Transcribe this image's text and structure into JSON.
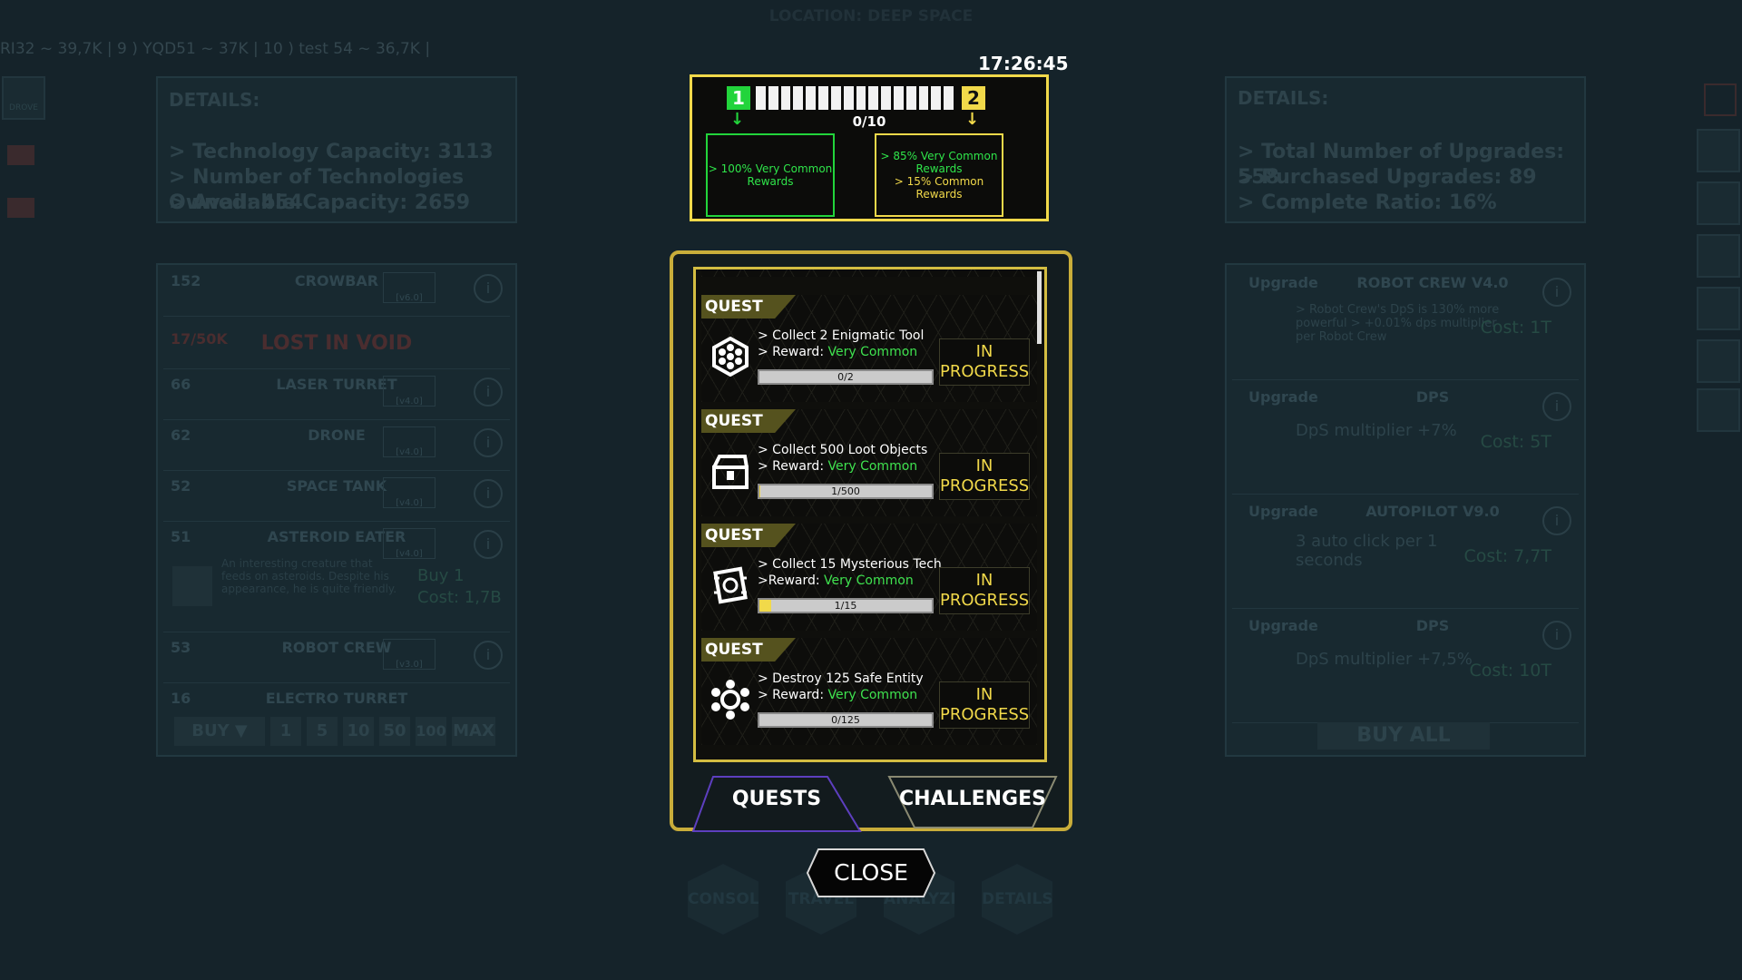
{
  "background": {
    "location_label": "LOCATION: DEEP SPACE",
    "ticker": "RI32 ~ 39,7K   |   9 ) YQD51 ~ 37K   |   10 ) test 54 ~ 36,7K   |",
    "left_details": {
      "title": "DETAILS:",
      "lines": [
        "> Technology Capacity: 3113",
        "> Number of Technologies Owned: 454",
        "> Available Capacity: 2659"
      ]
    },
    "right_details": {
      "title": "DETAILS:",
      "lines": [
        "> Total Number of Upgrades: 558",
        "> Purchased Upgrades: 89",
        "> Complete Ratio: 16%"
      ]
    },
    "tech_rows": [
      {
        "num": "152",
        "name": "CROWBAR",
        "ver": "[v6.0]"
      },
      {
        "num": "66",
        "name": "LASER TURRET",
        "ver": "[v4.0]"
      },
      {
        "num": "62",
        "name": "DRONE",
        "ver": "[v4.0]"
      },
      {
        "num": "52",
        "name": "SPACE TANK",
        "ver": "[v4.0]"
      },
      {
        "num": "51",
        "name": "ASTEROID EATER",
        "ver": "[v4.0]"
      },
      {
        "num": "53",
        "name": "ROBOT CREW",
        "ver": "[v3.0]"
      },
      {
        "num": "16",
        "name": "ELECTRO TURRET",
        "ver": ""
      }
    ],
    "lost_text": "LOST IN VOID",
    "lost_value": "17/50K",
    "asteroid_desc": "An interesting creature that feeds on asteroids. Despite his appearance, he is quite friendly.",
    "asteroid_buy": "Buy 1",
    "asteroid_cost": "Cost: 1,7B",
    "buy_row": [
      "BUY ▼",
      "1",
      "5",
      "10",
      "50",
      "100",
      "MAX"
    ],
    "upgrades": [
      {
        "label": "Upgrade",
        "name": "ROBOT CREW V4.0",
        "desc": "> Robot Crew's DpS is 130% more powerful > +0.01% dps multiplier per Robot Crew",
        "cost": "Cost: 1T"
      },
      {
        "label": "Upgrade",
        "name": "DPS",
        "desc": "DpS multiplier +7%",
        "cost": "Cost: 5T"
      },
      {
        "label": "Upgrade",
        "name": "AUTOPILOT V9.0",
        "desc": "3 auto click per 1 seconds",
        "cost": "Cost: 7,7T"
      },
      {
        "label": "Upgrade",
        "name": "DPS",
        "desc": "DpS multiplier +7,5%",
        "cost": "Cost: 10T"
      }
    ],
    "buy_all": "BUY ALL",
    "bottom_nav": [
      "CONSOLE",
      "TRAVEL",
      "ANALYZE",
      "DETAILS"
    ],
    "left_icon_label": "DROVE"
  },
  "modal": {
    "clock": "17:26:45",
    "progress": {
      "tier_start": "1",
      "tier_end": "2",
      "segments_total": 16,
      "count_text": "0/10",
      "reward_left": "> 100% Very Common Rewards",
      "reward_right_line1": "> 85% Very Common Rewards",
      "reward_right_line2": "> 15% Common Rewards",
      "colors": {
        "tier1": "#22d43b",
        "tier2": "#f1d94a"
      }
    },
    "quest_tag": "QUEST",
    "quests": [
      {
        "title": "> Collect 2 Enigmatic Tool",
        "reward_prefix": "> Reward: ",
        "reward": "Very Common",
        "progress_text": "0/2",
        "progress": 0.0,
        "status_line1": "IN",
        "status_line2": "PROGRESS",
        "icon": "hexagon-cluster-icon"
      },
      {
        "title": "> Collect 500 Loot Objects",
        "reward_prefix": "> Reward: ",
        "reward": "Very Common",
        "progress_text": "1/500",
        "progress": 0.002,
        "status_line1": "IN",
        "status_line2": "PROGRESS",
        "icon": "treasure-chest-icon"
      },
      {
        "title": "> Collect 15 Mysterious Tech",
        "reward_prefix": ">Reward: ",
        "reward": "Very Common",
        "progress_text": "1/15",
        "progress": 0.0667,
        "status_line1": "IN",
        "status_line2": "PROGRESS",
        "icon": "mysterious-tech-icon"
      },
      {
        "title": "> Destroy 125 Safe Entity",
        "reward_prefix": "> Reward: ",
        "reward": "Very Common",
        "progress_text": "0/125",
        "progress": 0.0,
        "status_line1": "IN",
        "status_line2": "PROGRESS",
        "icon": "virus-entity-icon"
      }
    ],
    "tabs": {
      "quests": "QUESTS",
      "challenges": "CHALLENGES"
    },
    "close_label": "CLOSE"
  }
}
